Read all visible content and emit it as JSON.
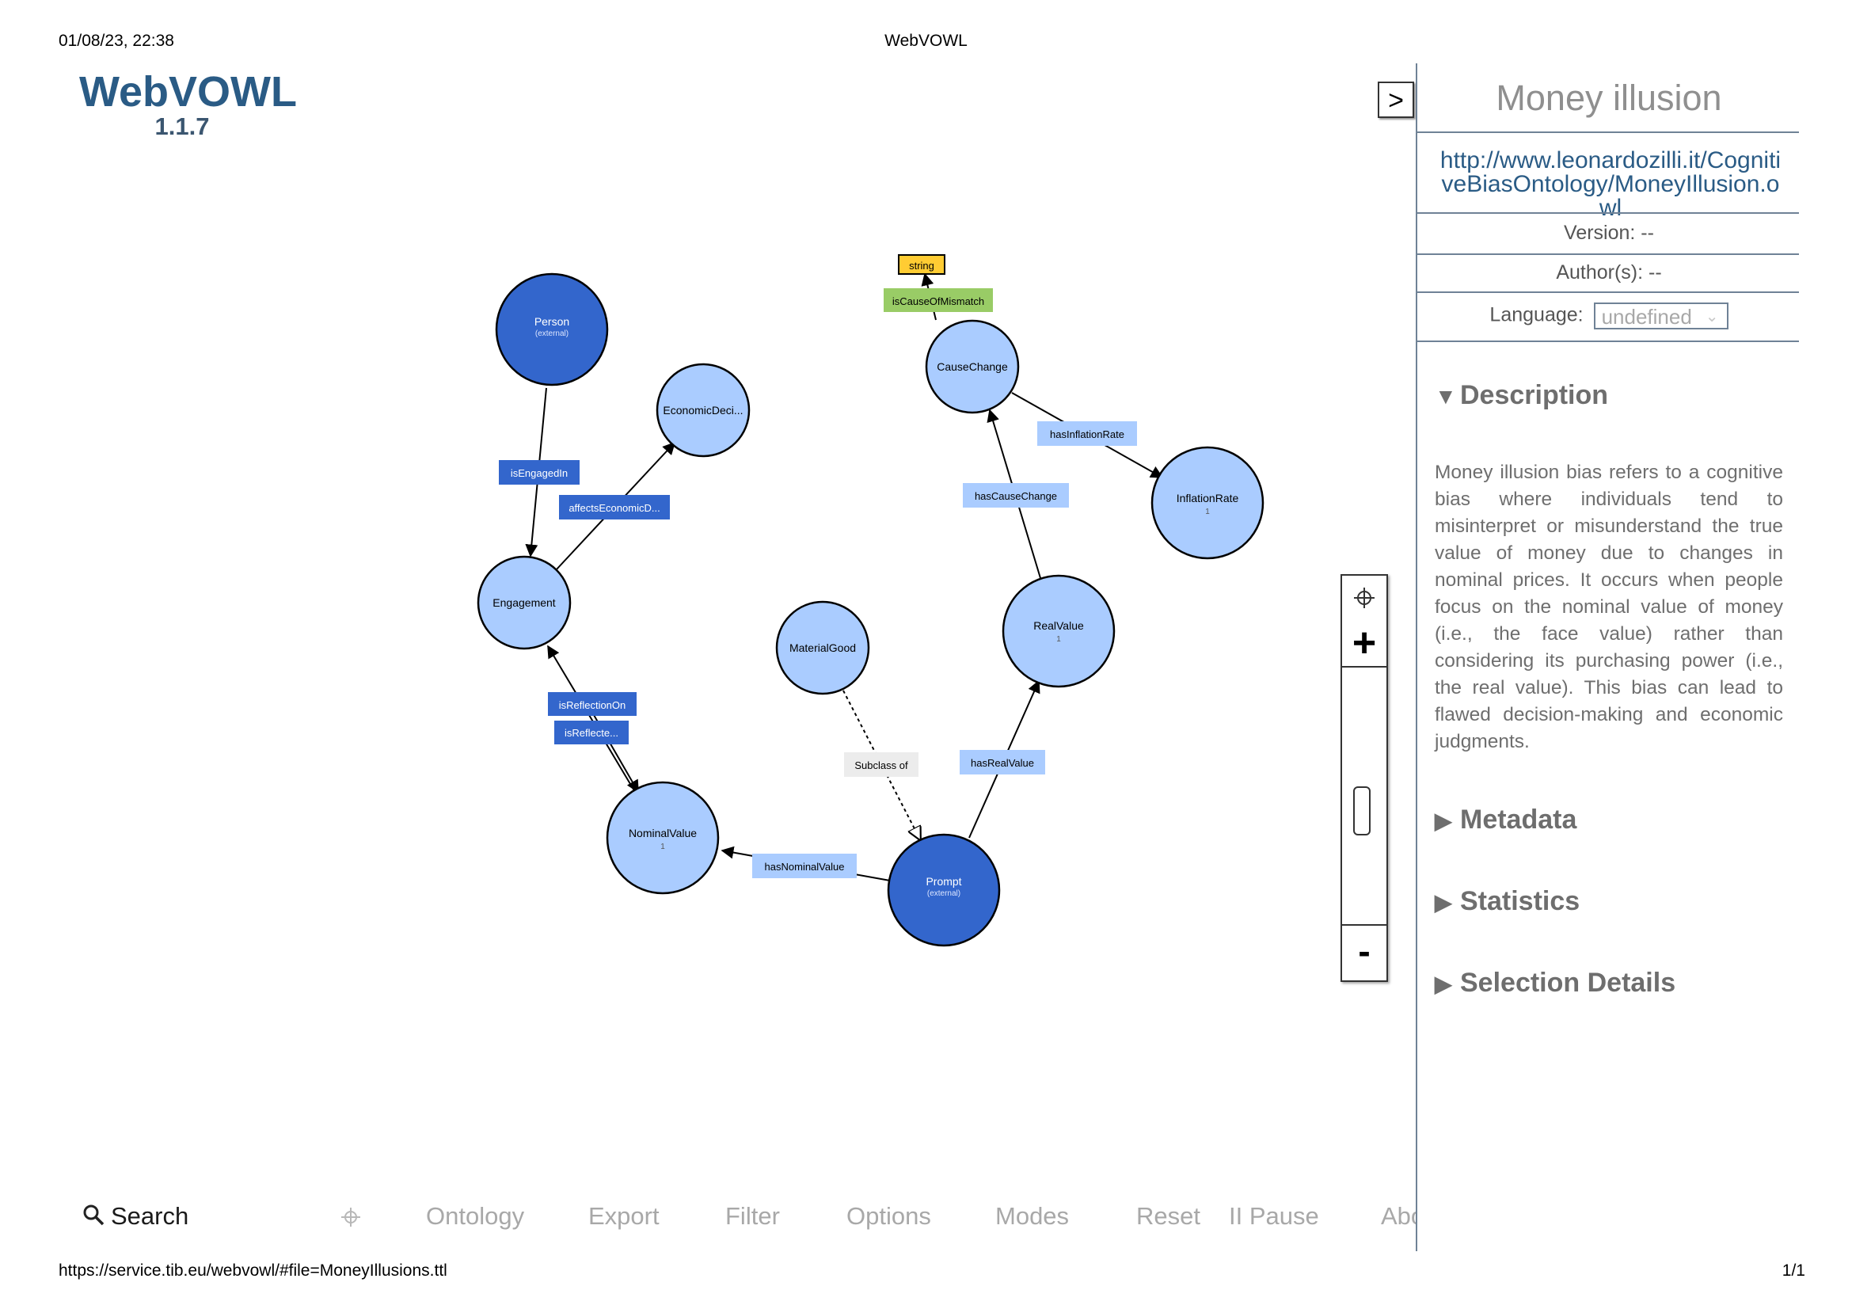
{
  "print_header": {
    "date": "01/08/23, 22:38",
    "title": "WebVOWL"
  },
  "print_footer": {
    "url": "https://service.tib.eu/webvowl/#file=MoneyIllusions.ttl",
    "page": "1/1"
  },
  "logo": {
    "title": "WebVOWL",
    "version": "1.1.7"
  },
  "graph": {
    "colors": {
      "class": "#aaccff",
      "external": "#3366cc",
      "datatype": "#ffcc33",
      "datatype_property": "#99cc66",
      "subclass": "#ececec"
    },
    "nodes": [
      {
        "id": "person",
        "label": "Person",
        "sub": "(external)"
      },
      {
        "id": "economic",
        "label": "EconomicDeci..."
      },
      {
        "id": "engagement",
        "label": "Engagement"
      },
      {
        "id": "nominal",
        "label": "NominalValue",
        "sub": "1"
      },
      {
        "id": "material",
        "label": "MaterialGood"
      },
      {
        "id": "prompt",
        "label": "Prompt",
        "sub": "(external)"
      },
      {
        "id": "realvalue",
        "label": "RealValue",
        "sub": "1"
      },
      {
        "id": "causechange",
        "label": "CauseChange"
      },
      {
        "id": "inflation",
        "label": "InflationRate",
        "sub": "1"
      },
      {
        "id": "string",
        "label": "string"
      }
    ],
    "properties": [
      {
        "id": "isEngagedIn",
        "label": "isEngagedIn"
      },
      {
        "id": "affects",
        "label": "affectsEconomicD..."
      },
      {
        "id": "isReflectionOn",
        "label": "isReflectionOn"
      },
      {
        "id": "isReflecte",
        "label": "isReflecte..."
      },
      {
        "id": "subclass",
        "label": "Subclass of"
      },
      {
        "id": "hasNominalValue",
        "label": "hasNominalValue"
      },
      {
        "id": "hasRealValue",
        "label": "hasRealValue"
      },
      {
        "id": "hasCauseChange",
        "label": "hasCauseChange"
      },
      {
        "id": "hasInflationRate",
        "label": "hasInflationRate"
      },
      {
        "id": "isCauseOfMismatch",
        "label": "isCauseOfMismatch"
      }
    ]
  },
  "zoom": {
    "center_icon": "crosshair-icon",
    "in_label": "+",
    "out_label": "-",
    "slider_level": 0.58
  },
  "menu": {
    "search_label": "Search",
    "search_icon": "search-icon",
    "locate_icon": "crosshair-icon",
    "items": [
      "Ontology",
      "Export",
      "Filter",
      "Options",
      "Modes",
      "Reset",
      "II Pause",
      "Abo"
    ]
  },
  "sidebar": {
    "toggle_label": ">",
    "title": "Money illusion",
    "iri": "http://www.leonardozilli.it/CognitiveBiasOntology/MoneyIllusion.owl",
    "version": "Version: --",
    "authors": "Author(s): --",
    "language_label": "Language:",
    "language_value": "undefined",
    "sections": {
      "description": "Description",
      "metadata": "Metadata",
      "statistics": "Statistics",
      "selection": "Selection Details"
    },
    "description_text": "Money illusion bias refers to a cognitive bias where individuals tend to misinterpret or misunderstand the true value of money due to changes in nominal prices. It occurs when people focus on the nominal value of money (i.e., the face value) rather than considering its purchasing power (i.e., the real value). This bias can lead to flawed decision-making and economic judgments."
  }
}
